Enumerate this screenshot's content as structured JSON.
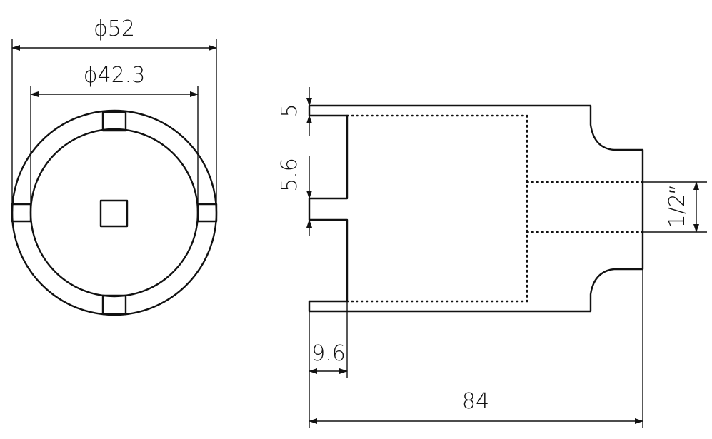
{
  "dimensions": {
    "outer_diameter": "ϕ52",
    "inner_diameter": "ϕ42.3",
    "top_lip": "5",
    "slot_depth": "5.6",
    "lug_width": "9.6",
    "overall_length": "84",
    "drive_size": "1/2″"
  },
  "colors": {
    "line": "#111111",
    "background": "#ffffff"
  }
}
